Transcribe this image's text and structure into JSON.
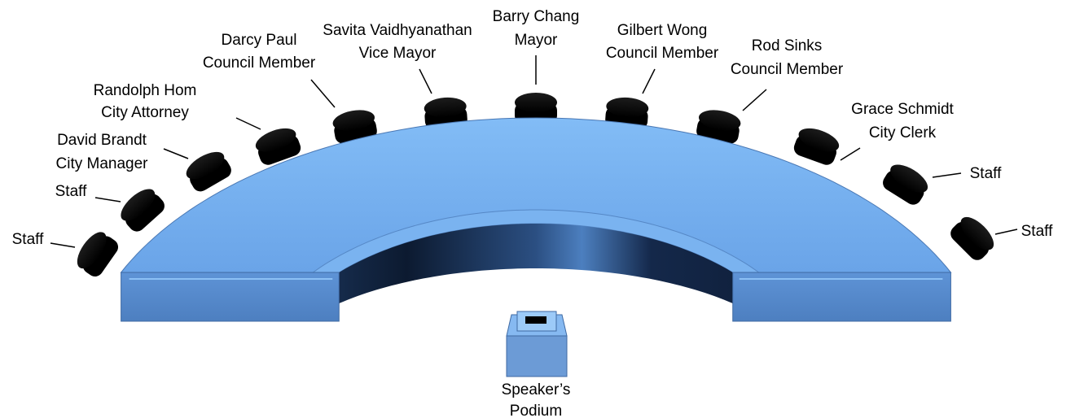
{
  "colors": {
    "dais_top": "#74AEEF",
    "dais_front": "#5A8FD0",
    "dais_inner_dark": "#10203A",
    "chair": "#000000",
    "leader": "#000000",
    "label_text": "#000000",
    "podium": "#6C9BD6"
  },
  "seats": [
    {
      "id": "staff-left-1",
      "icon": "chair-icon",
      "lines": [
        "Staff"
      ]
    },
    {
      "id": "staff-left-2",
      "icon": "chair-icon",
      "lines": [
        "Staff"
      ]
    },
    {
      "id": "city-manager",
      "icon": "chair-icon",
      "lines": [
        "David Brandt",
        "City Manager"
      ]
    },
    {
      "id": "city-attorney",
      "icon": "chair-icon",
      "lines": [
        "Randolph Hom",
        "City Attorney"
      ]
    },
    {
      "id": "council-member-paul",
      "icon": "chair-icon",
      "lines": [
        "Darcy Paul",
        "Council Member"
      ]
    },
    {
      "id": "vice-mayor",
      "icon": "chair-icon",
      "lines": [
        "Savita Vaidhyanathan",
        "Vice Mayor"
      ]
    },
    {
      "id": "mayor",
      "icon": "chair-icon",
      "lines": [
        "Barry Chang",
        "Mayor"
      ]
    },
    {
      "id": "council-member-wong",
      "icon": "chair-icon",
      "lines": [
        "Gilbert Wong",
        "Council Member"
      ]
    },
    {
      "id": "council-member-sinks",
      "icon": "chair-icon",
      "lines": [
        "Rod Sinks",
        "Council Member"
      ]
    },
    {
      "id": "city-clerk",
      "icon": "chair-icon",
      "lines": [
        "Grace Schmidt",
        "City Clerk"
      ]
    },
    {
      "id": "staff-right-1",
      "icon": "chair-icon",
      "lines": [
        "Staff"
      ]
    },
    {
      "id": "staff-right-2",
      "icon": "chair-icon",
      "lines": [
        "Staff"
      ]
    }
  ],
  "podium": {
    "icon": "podium-icon",
    "lines": [
      "Speaker’s",
      "Podium"
    ]
  }
}
